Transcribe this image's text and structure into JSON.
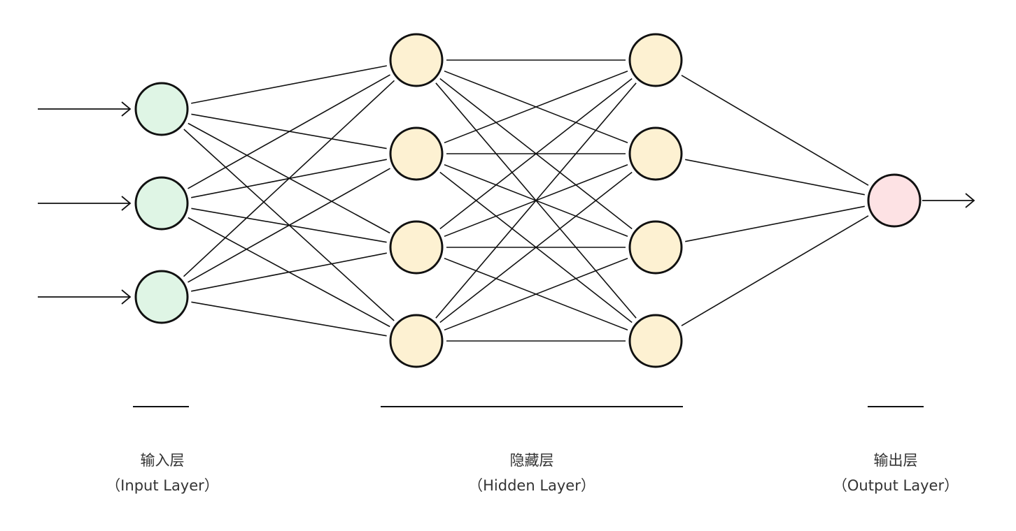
{
  "layers": {
    "input": {
      "title": "输入层",
      "subtitle": "（Input Layer）",
      "node_count": 3,
      "fill": "#dff5e5"
    },
    "hidden": {
      "title": "隐藏层",
      "subtitle": "（Hidden Layer）",
      "layer_count": 2,
      "node_count_per_layer": 4,
      "fill": "#fdf1d2"
    },
    "output": {
      "title": "输出层",
      "subtitle": "（Output Layer）",
      "node_count": 1,
      "fill": "#fde2e4"
    }
  },
  "colors": {
    "stroke": "#111111",
    "label_text": "#333333"
  },
  "connections": "fully-connected",
  "icons": {
    "input_arrows": "arrow-right-icon",
    "output_arrow": "arrow-right-icon"
  }
}
